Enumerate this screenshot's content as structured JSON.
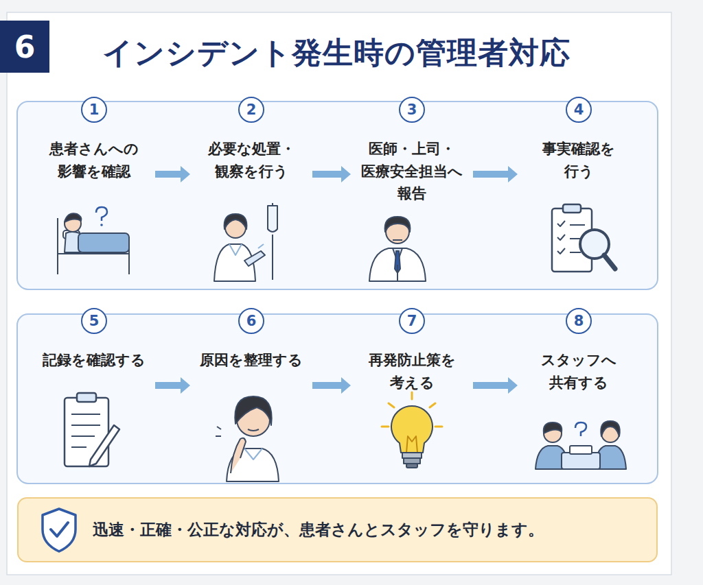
{
  "diagram": {
    "title": "インシデント発生時の管理者対応",
    "nodes": [
      {
        "text": [
          "6"
        ]
      },
      {
        "text": [
          "1",
          "患者さんへの 影響を確認"
        ]
      },
      {
        "text": [
          "2",
          "必要な処置・ 観察を行う"
        ]
      },
      {
        "text": [
          "3",
          "医師・上司・ 医療安全担当へ 報告"
        ]
      },
      {
        "text": [
          "4",
          "事実確認を 行う"
        ]
      },
      {
        "text": [
          "5",
          "記録を確認する"
        ]
      },
      {
        "text": [
          "6",
          "原因を整理する"
        ]
      },
      {
        "text": [
          "7",
          "再発防止策を 考える"
        ]
      },
      {
        "text": [
          "8",
          "スタッフへ 共有する"
        ]
      },
      {
        "text": [
          "迅速・正確・公正な対応が、患者さんとスタッフを守ります。"
        ]
      }
    ],
    "edges": [
      {
        "from": 1,
        "to": 2,
        "arrow": "to"
      },
      {
        "from": 2,
        "to": 3,
        "arrow": "to"
      },
      {
        "from": 3,
        "to": 4,
        "arrow": "to"
      },
      {
        "from": 5,
        "to": 6,
        "arrow": "to"
      },
      {
        "from": 6,
        "to": 7,
        "arrow": "to"
      },
      {
        "from": 7,
        "to": 8,
        "arrow": "to"
      }
    ]
  }
}
